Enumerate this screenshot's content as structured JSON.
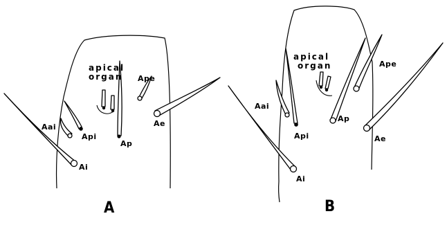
{
  "panels": [
    {
      "letter": "A",
      "labels": {
        "apical_organ_line1": "apical",
        "apical_organ_line2": "organ",
        "Ape": "Ape",
        "Aai": "Aai",
        "Api": "Api",
        "Ap": "Ap",
        "Ae": "Ae",
        "Ai": "Ai"
      }
    },
    {
      "letter": "B",
      "labels": {
        "apical_organ_line1": "apical",
        "apical_organ_line2": "organ",
        "Ape": "Ape",
        "Aai": "Aai",
        "Api": "Api",
        "Ap": "Ap",
        "Ae": "Ae",
        "Ai": "Ai"
      }
    }
  ]
}
